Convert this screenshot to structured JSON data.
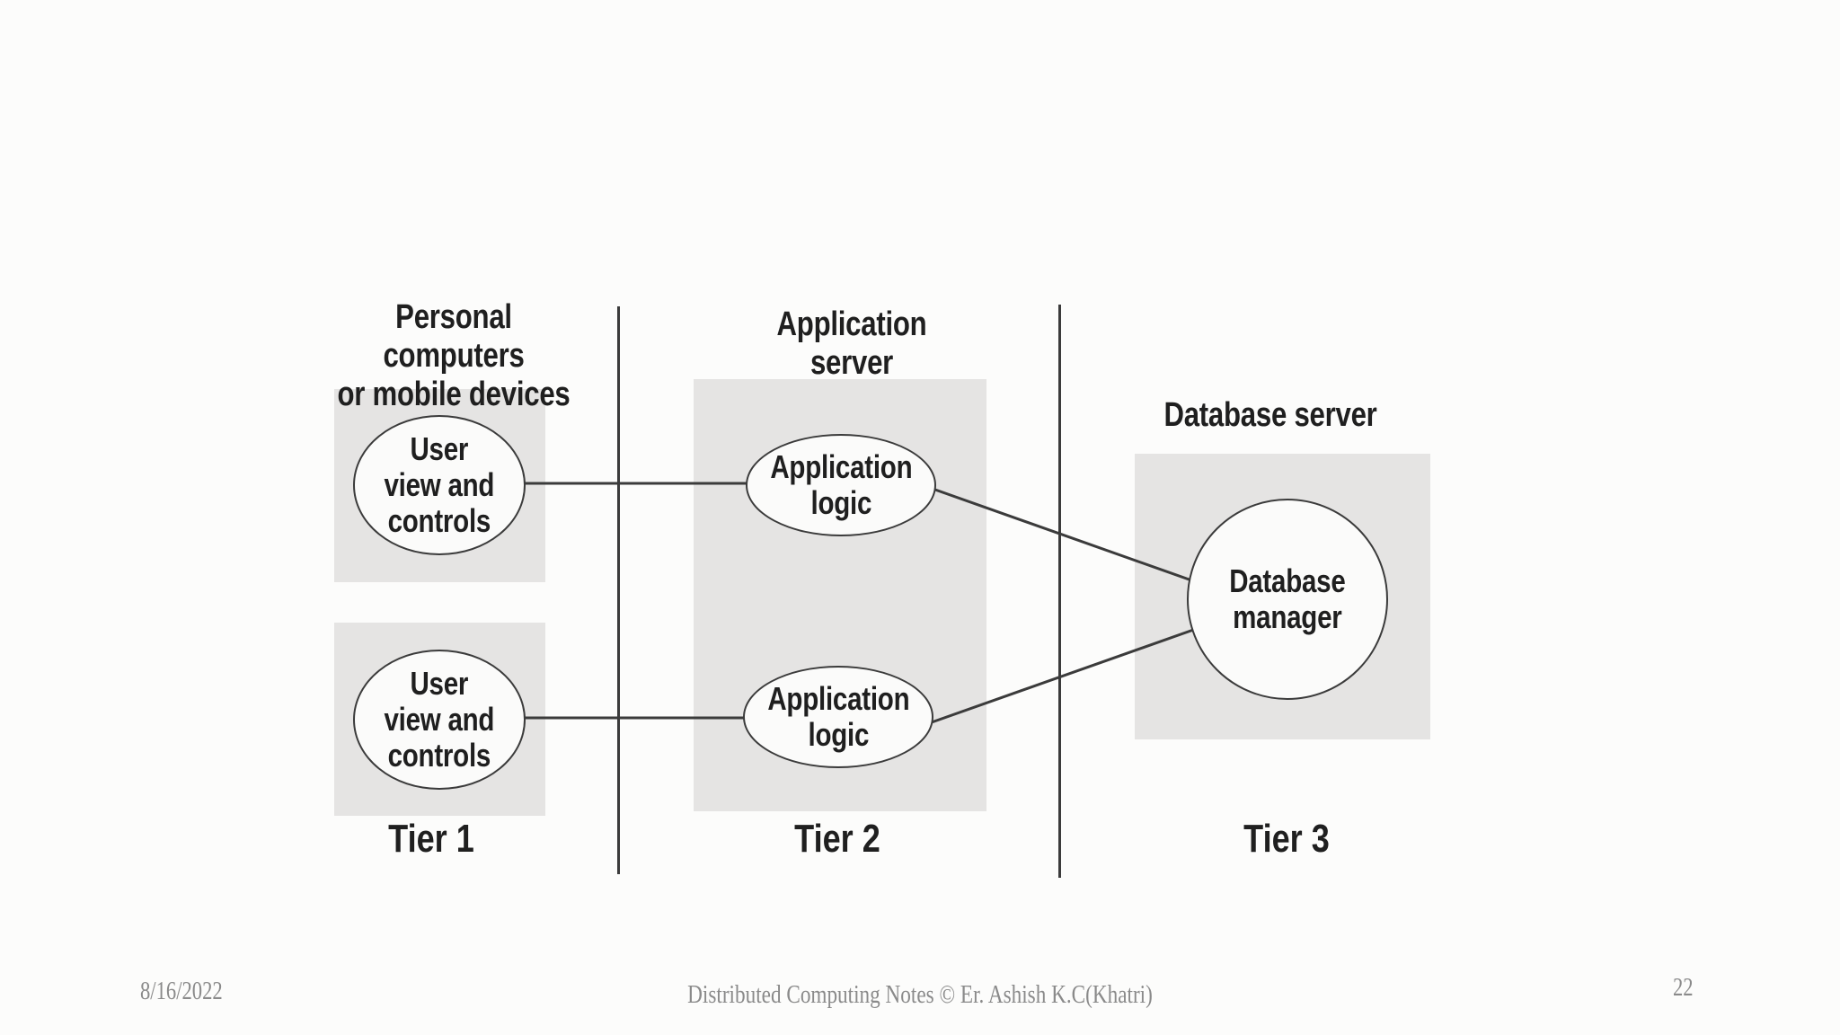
{
  "slide": {
    "kind": "presentation-slide",
    "footer": {
      "date": "8/16/2022",
      "credit": "Distributed Computing Notes © Er. Ashish K.C(Khatri)",
      "page_number": "22"
    }
  },
  "diagram": {
    "type": "three-tier-architecture",
    "colors": {
      "background": "#fcfcfb",
      "tier_box_fill": "#e5e4e3",
      "node_fill": "#fbfbfa",
      "stroke": "#3b3b3b",
      "diagram_text": "#1f1f1f",
      "footer_text": "#8a8a8a"
    },
    "tiers": [
      {
        "label": "Tier 1",
        "header": "Personal computers\nor mobile devices",
        "nodes": [
          "User\nview and\ncontrols",
          "User\nview and\ncontrols"
        ]
      },
      {
        "label": "Tier 2",
        "header": "Application server",
        "nodes": [
          "Application\nlogic",
          "Application\nlogic"
        ]
      },
      {
        "label": "Tier 3",
        "header": "Database server",
        "nodes": [
          "Database\nmanager"
        ]
      }
    ],
    "connections": [
      {
        "from": "User view and controls (top)",
        "to": "Application logic (top)"
      },
      {
        "from": "User view and controls (bottom)",
        "to": "Application logic (bottom)"
      },
      {
        "from": "Application logic (top)",
        "to": "Database manager"
      },
      {
        "from": "Application logic (bottom)",
        "to": "Database manager"
      }
    ]
  }
}
